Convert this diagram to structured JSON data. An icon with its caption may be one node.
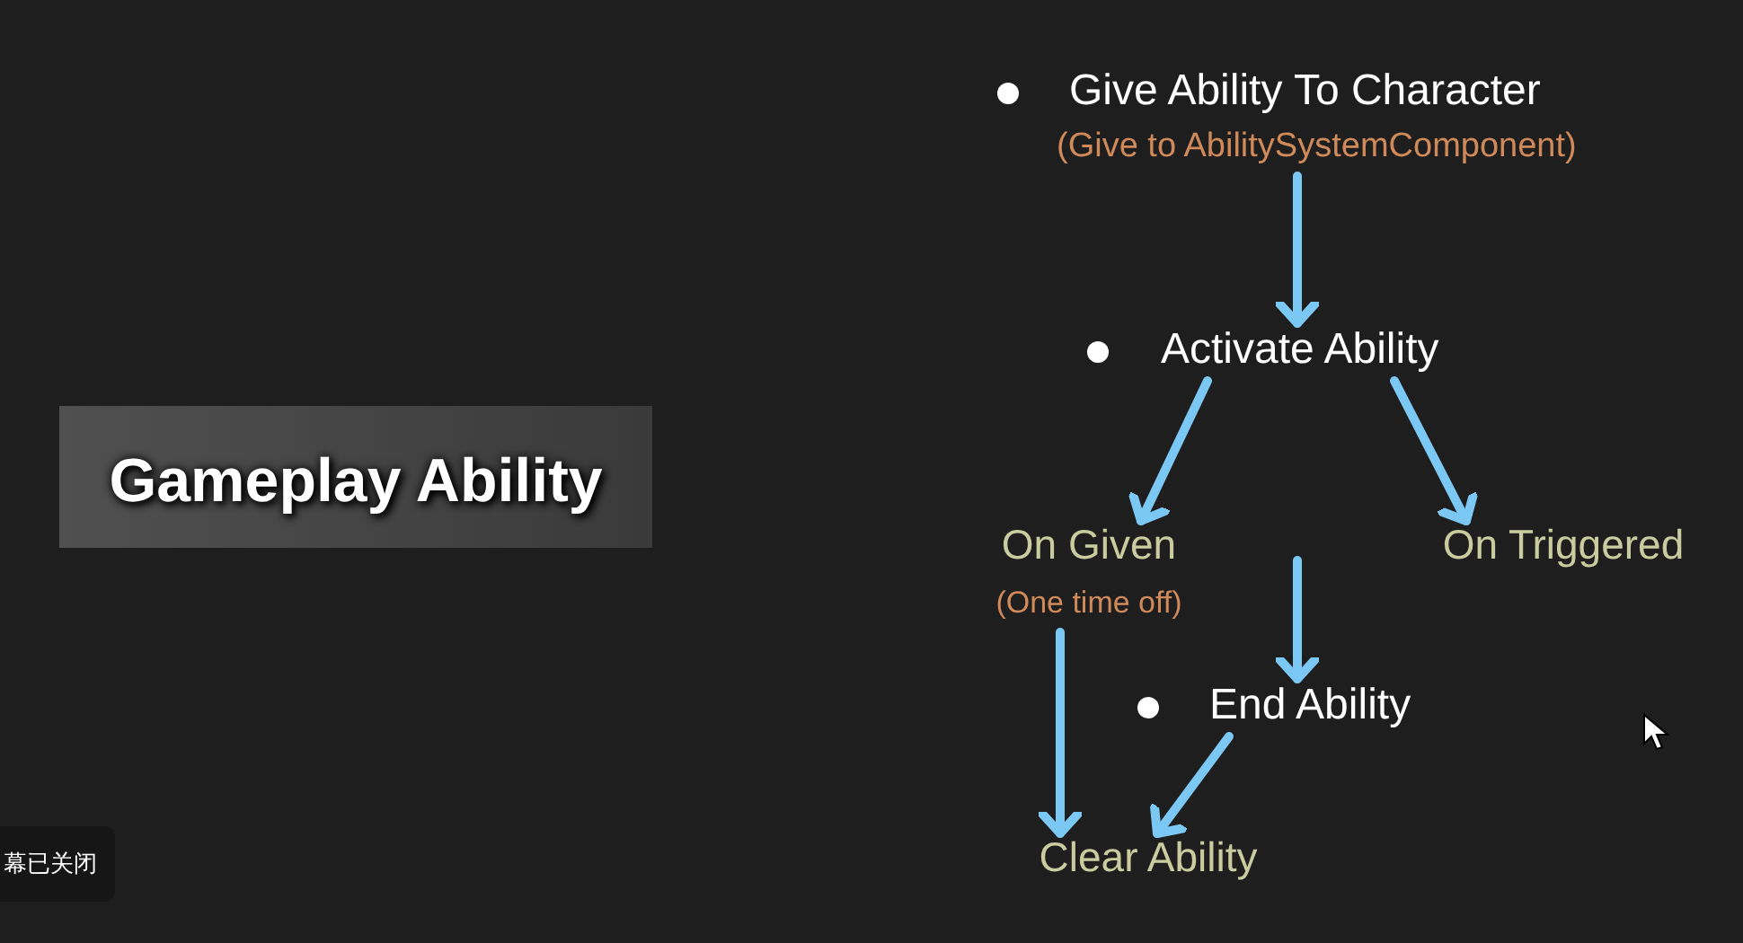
{
  "diagram": {
    "nodes": [
      {
        "text": [
          "Gameplay Ability"
        ]
      },
      {
        "text": [
          "Give Ability To Character",
          "(Give to AbilitySystemComponent)"
        ]
      },
      {
        "text": [
          "Activate Ability"
        ]
      },
      {
        "text": [
          "On Given",
          "(One time off)"
        ]
      },
      {
        "text": [
          "On Triggered"
        ]
      },
      {
        "text": [
          "End Ability"
        ]
      },
      {
        "text": [
          "Clear Ability"
        ]
      }
    ],
    "edges": [
      {
        "from": 1,
        "to": 2,
        "arrow": "to"
      },
      {
        "from": 2,
        "to": 3,
        "arrow": "to"
      },
      {
        "from": 2,
        "to": 4,
        "arrow": "to"
      },
      {
        "from": null,
        "to": 5,
        "arrow": "to"
      },
      {
        "from": 3,
        "to": 6,
        "arrow": "to"
      },
      {
        "from": 5,
        "to": 6,
        "arrow": "to"
      }
    ],
    "labels": [
      "幕已关闭"
    ]
  }
}
